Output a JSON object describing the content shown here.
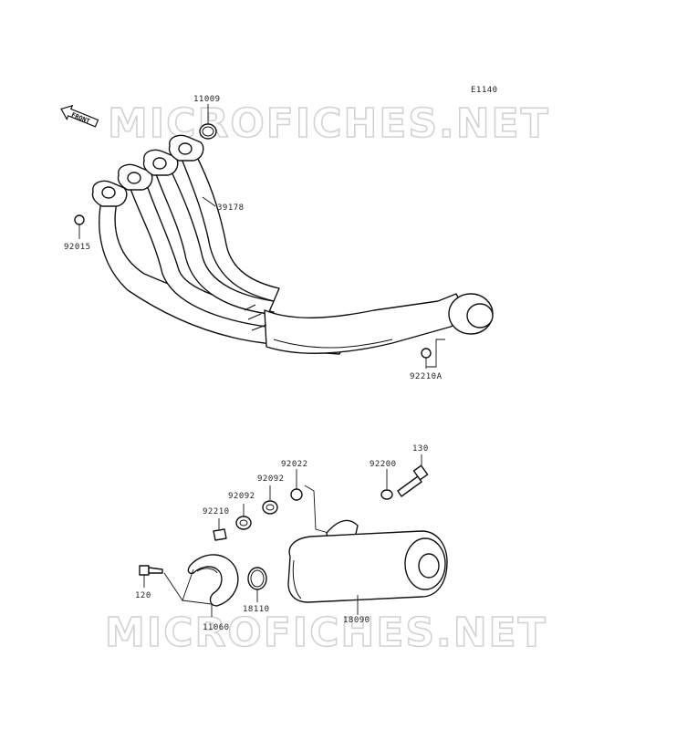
{
  "diagram_code": "E1140",
  "watermark": "MICROFICHES.NET",
  "front_label": "FRONT",
  "parts": [
    {
      "id": "p11009",
      "number": "11009"
    },
    {
      "id": "p39178",
      "number": "39178"
    },
    {
      "id": "p92015",
      "number": "92015"
    },
    {
      "id": "p92210A",
      "number": "92210A"
    },
    {
      "id": "p130",
      "number": "130"
    },
    {
      "id": "p92200",
      "number": "92200"
    },
    {
      "id": "p92022",
      "number": "92022"
    },
    {
      "id": "p92092a",
      "number": "92092"
    },
    {
      "id": "p92092b",
      "number": "92092"
    },
    {
      "id": "p92210",
      "number": "92210"
    },
    {
      "id": "p120",
      "number": "120"
    },
    {
      "id": "p11060",
      "number": "11060"
    },
    {
      "id": "p18110",
      "number": "18110"
    },
    {
      "id": "p18090",
      "number": "18090"
    }
  ]
}
